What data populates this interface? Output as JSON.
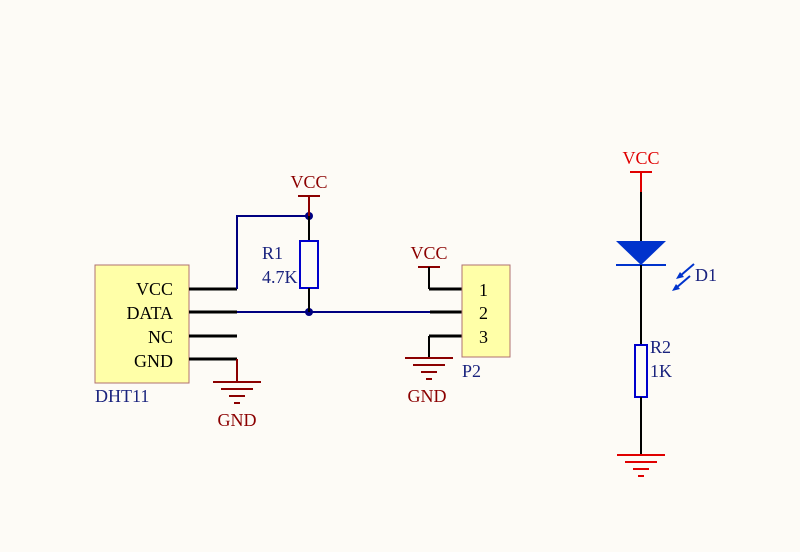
{
  "diagram": {
    "colors": {
      "background": "#fdfbf6",
      "wire": "#000080",
      "power": "#8b0000",
      "power_red": "#e00000",
      "component_fill": "#ffffa8",
      "component_body": "#0000cc",
      "label": "#1a237e",
      "led": "#0033cc"
    },
    "dht11": {
      "designator": "DHT11",
      "pins": [
        "VCC",
        "DATA",
        "NC",
        "GND"
      ]
    },
    "r1": {
      "designator": "R1",
      "value": "4.7K"
    },
    "connector_p2": {
      "designator": "P2",
      "pins": [
        "1",
        "2",
        "3"
      ]
    },
    "d1": {
      "designator": "D1"
    },
    "r2": {
      "designator": "R2",
      "value": "1K"
    },
    "power_labels": {
      "vcc_r1": "VCC",
      "vcc_p2": "VCC",
      "vcc_led": "VCC",
      "gnd_dht11": "GND",
      "gnd_p2": "GND"
    }
  }
}
